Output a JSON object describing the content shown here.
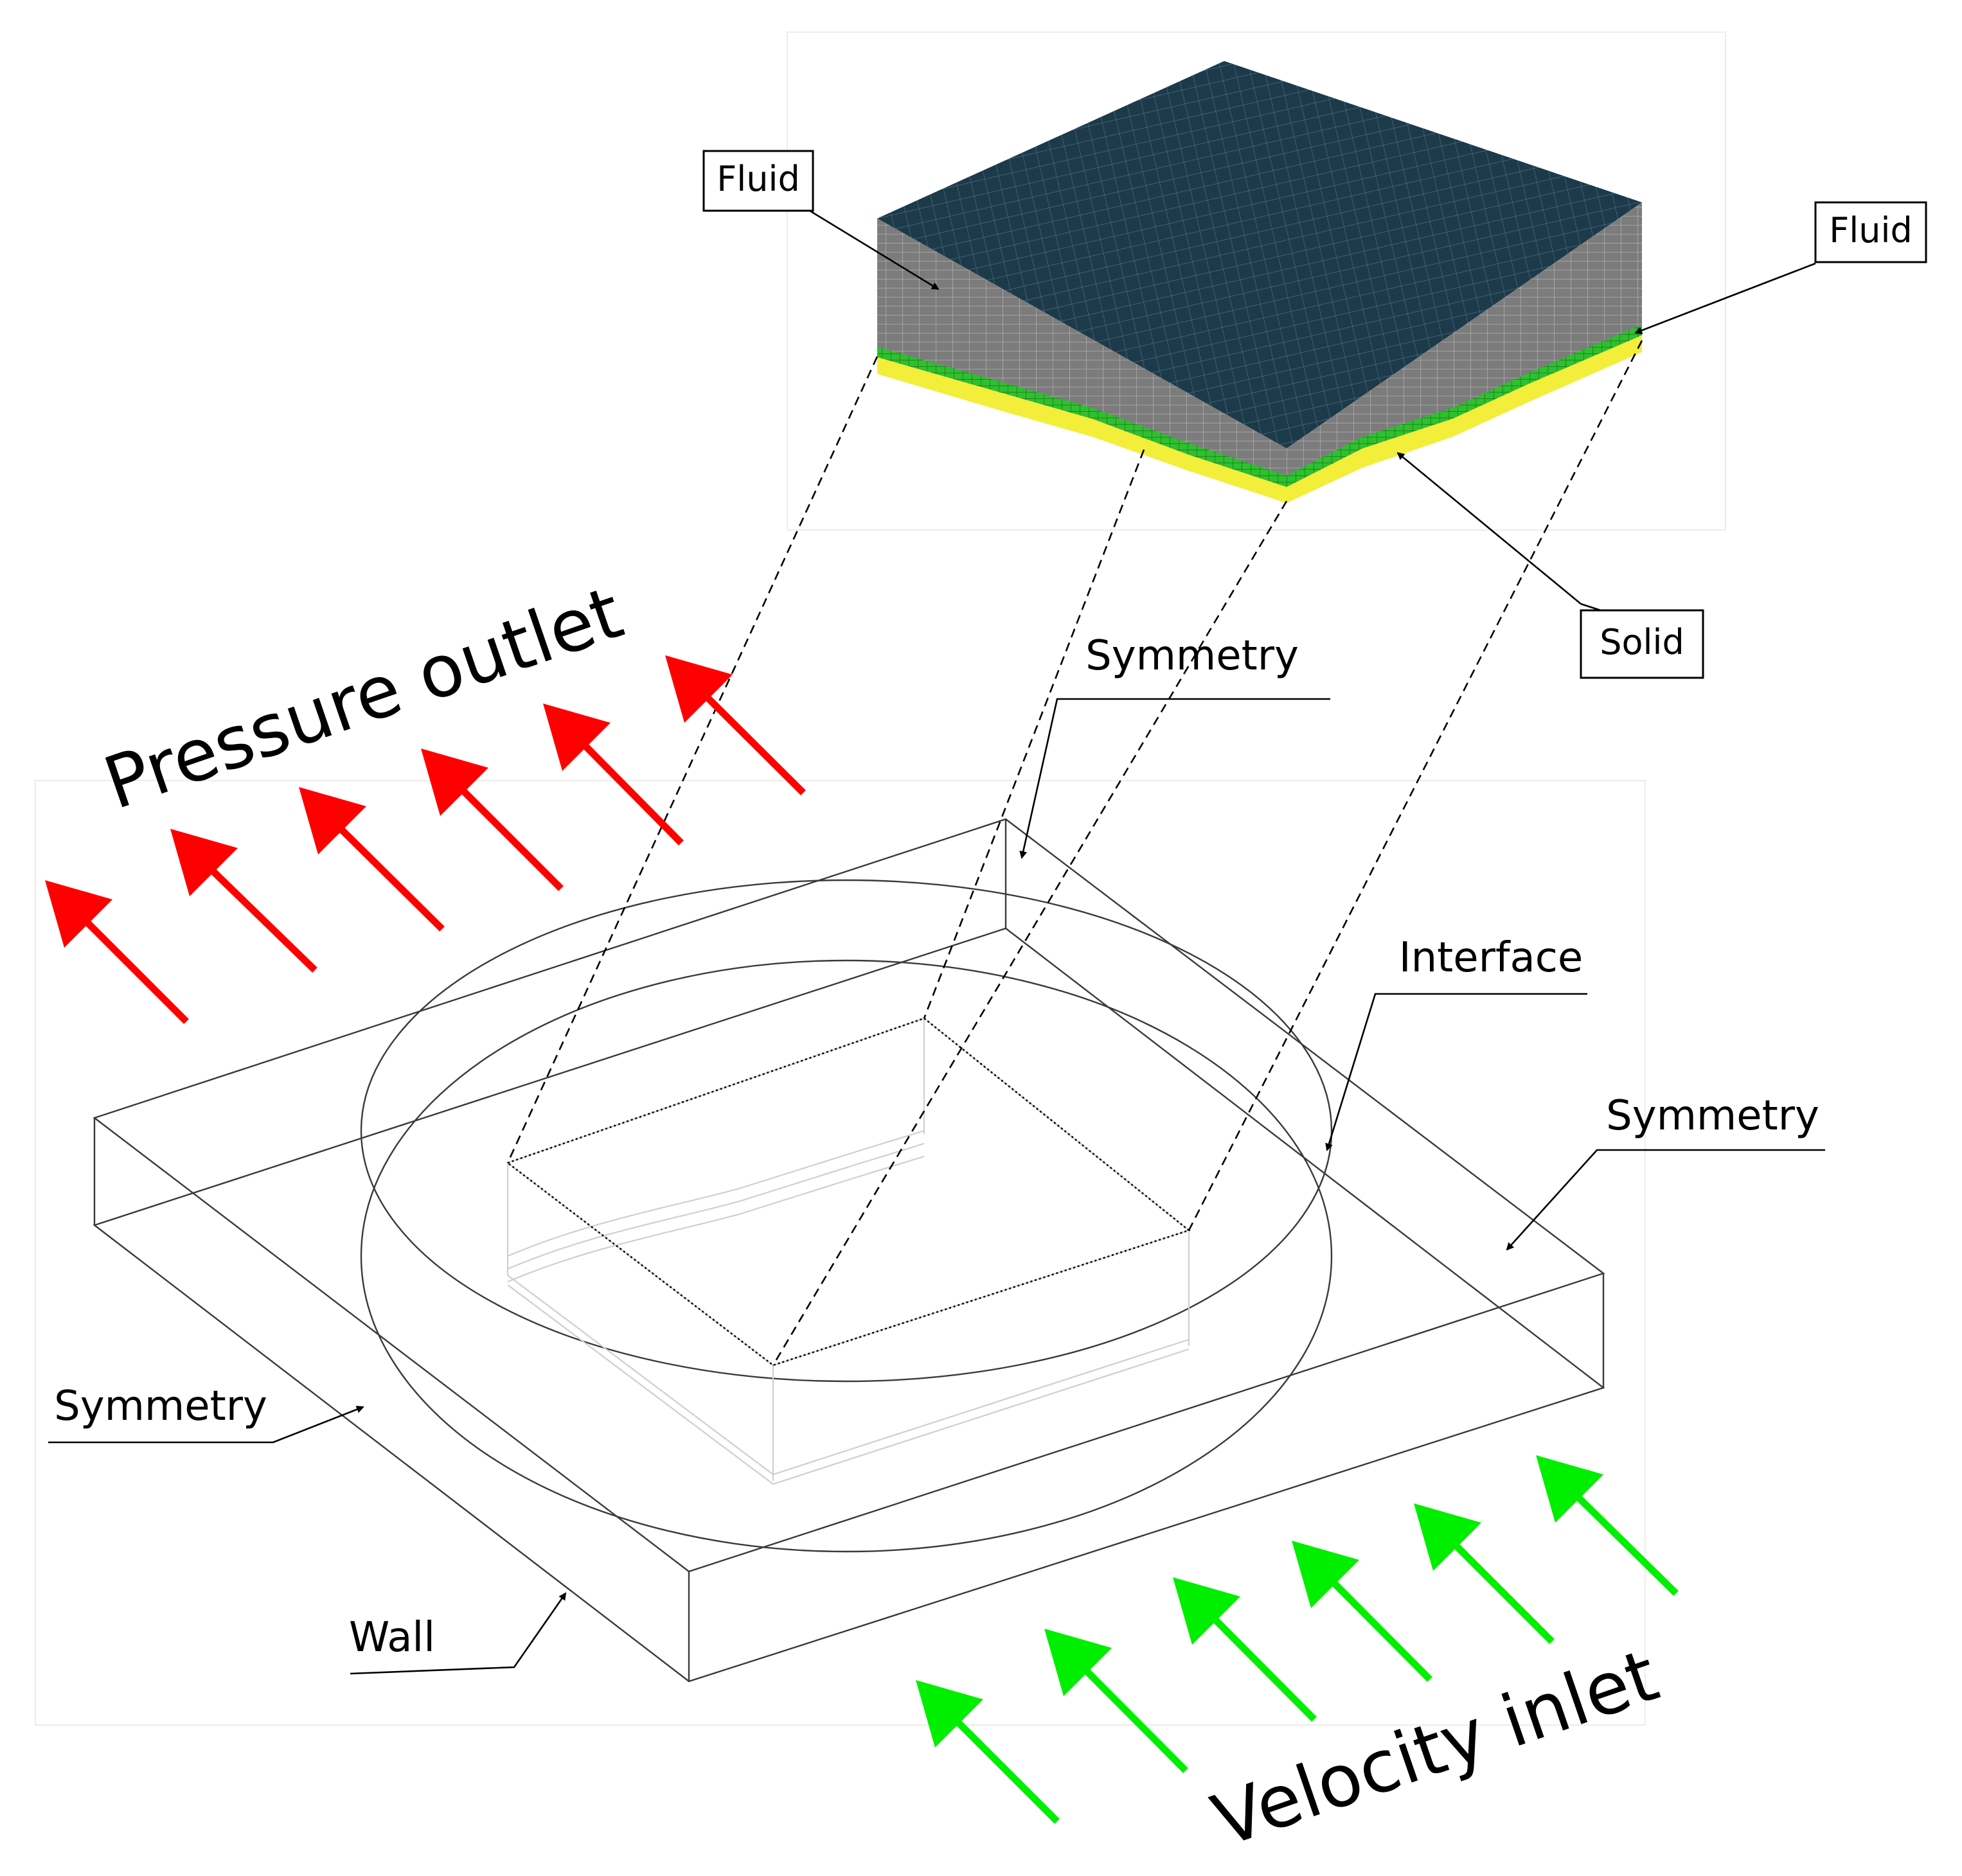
{
  "labels": {
    "fluid_top_left": "Fluid",
    "fluid_right": "Fluid",
    "solid": "Solid",
    "symmetry_top": "Symmetry",
    "symmetry_right": "Symmetry",
    "symmetry_left": "Symmetry",
    "interface": "Interface",
    "wall": "Wall",
    "pressure_outlet": "Pressure outlet",
    "velocity_inlet": "Velocity inlet"
  },
  "colors": {
    "outlet_arrow": "#ff0000",
    "inlet_arrow": "#00ee00",
    "mesh_top": "#1d3a4a",
    "mesh_side": "#7a7a7a",
    "solid_layer": "#f2ee3a",
    "interface_layer": "#2fbf2f"
  }
}
